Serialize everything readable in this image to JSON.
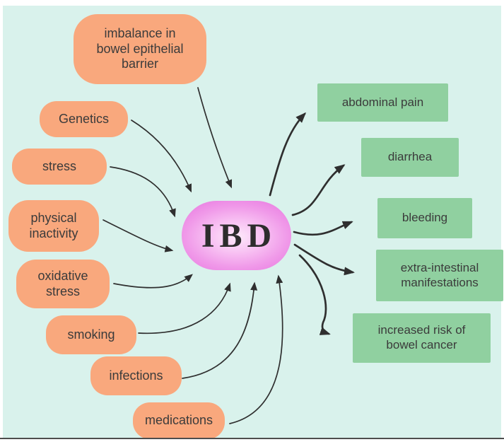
{
  "diagram": {
    "center": {
      "label": "IBD"
    },
    "causes": [
      {
        "label": "imbalance in\nbowel epithelial\nbarrier"
      },
      {
        "label": "Genetics"
      },
      {
        "label": "stress"
      },
      {
        "label": "physical\ninactivity"
      },
      {
        "label": "oxidative\nstress"
      },
      {
        "label": "smoking"
      },
      {
        "label": "infections"
      },
      {
        "label": "medications"
      }
    ],
    "effects": [
      {
        "label": "abdominal pain"
      },
      {
        "label": "diarrhea"
      },
      {
        "label": "bleeding"
      },
      {
        "label": "extra-intestinal\nmanifestations"
      },
      {
        "label": "increased risk of\nbowel cancer"
      }
    ],
    "colors": {
      "background": "#d9f2ec",
      "cause_box": "#f9a87d",
      "effect_box": "#90d0a0",
      "center_edge": "#e878e0",
      "center_core": "#fdeafa",
      "text": "#3b3b3b",
      "arrow": "#2f2f2f"
    }
  }
}
